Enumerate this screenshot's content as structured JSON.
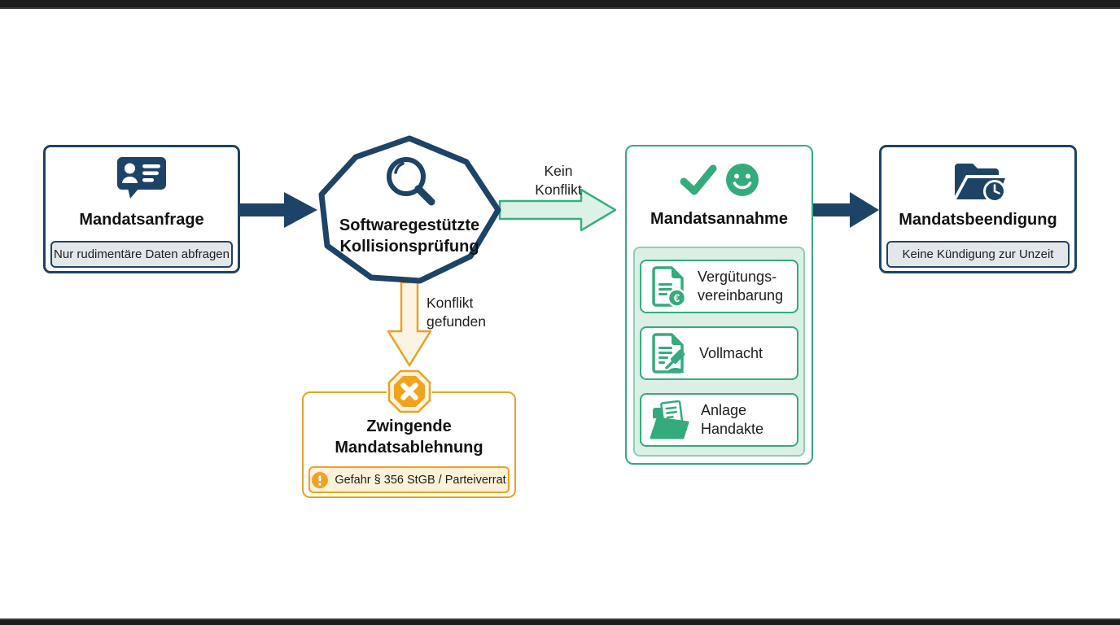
{
  "colors": {
    "navy": "#1d4367",
    "green": "#34ab7c",
    "green_panel_bg": "#dcefe4",
    "green_arrow_fill": "#ddf2e6",
    "orange": "#e9a125",
    "orange_solid": "#f0a41e",
    "cream_footer_bg": "#fdf1d7",
    "cream_arrow_fill": "#fcf4e2",
    "gray_footer_bg": "#e4e7ea",
    "text": "#1d1d1d"
  },
  "flow": {
    "anfrage": {
      "title": "Mandatsanfrage",
      "note": "Nur rudimentäre Daten abfragen",
      "icon": "contact-message-icon"
    },
    "pruefung": {
      "title_line1": "Softwaregestützte",
      "title_line2": "Kollisionsprüfung",
      "icon": "magnifier-icon"
    },
    "kein_konflikt": {
      "line1": "Kein",
      "line2": "Konflikt"
    },
    "annahme": {
      "title": "Mandatsannahme",
      "icons": [
        "checkmark-icon",
        "smiley-icon"
      ],
      "items": [
        {
          "line1": "Vergütungs-",
          "line2": "vereinbarung",
          "icon": "document-euro-icon"
        },
        {
          "line1": "Vollmacht",
          "line2": "",
          "icon": "document-gavel-icon"
        },
        {
          "line1": "Anlage",
          "line2": "Handakte",
          "icon": "folder-document-icon"
        }
      ]
    },
    "beendigung": {
      "title": "Mandatsbeendigung",
      "note": "Keine Kündigung zur Unzeit",
      "icon": "folder-clock-icon"
    },
    "konflikt_gefunden": {
      "line1": "Konflikt",
      "line2": "gefunden"
    },
    "ablehnung": {
      "title_line1": "Zwingende",
      "title_line2": "Mandatsablehnung",
      "note": "Gefahr § 356 StGB / Parteiverrat",
      "icon": "stop-x-icon",
      "note_icon": "warning-icon"
    }
  },
  "glyphs": {
    "euro": "€"
  }
}
